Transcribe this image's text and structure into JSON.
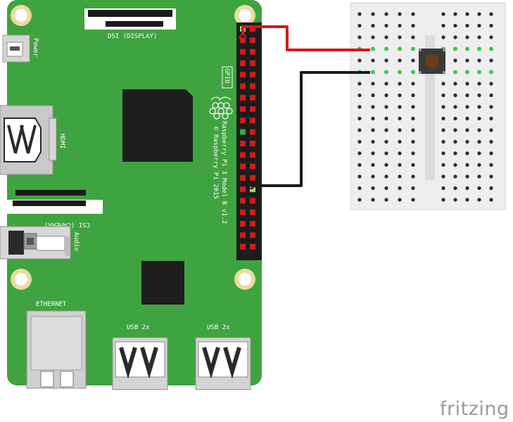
{
  "board": {
    "power_label": "Power",
    "dsi_label": "DSI (DISPLAY)",
    "gpio_label": "GPIO",
    "hdmi_label": "HDMI",
    "csi_label": "CSI (CAMERA)",
    "audio_label": "Audio",
    "ethernet_label": "ETHERNET",
    "usb_left_label": "USB 2x",
    "usb_right_label": "USB 2x",
    "model_line1": "Raspberry Pi 3 Model B v1.2",
    "model_line2": "© Raspberry Pi 2015",
    "colors": {
      "pcb": "#3fa33f",
      "chip": "#1e1e1e",
      "header_pin": "#c8201e",
      "hole": "#e8dca0"
    }
  },
  "wires": [
    {
      "name": "red-wire",
      "color": "#d8181c"
    },
    {
      "name": "black-wire",
      "color": "#1a1a1a"
    }
  ],
  "breadboard": {
    "colors": {
      "body": "#eeeeee",
      "hole": "#2b2b2b",
      "active_hole": "#3cc84a"
    }
  },
  "watermark": {
    "text": "fritzing"
  }
}
